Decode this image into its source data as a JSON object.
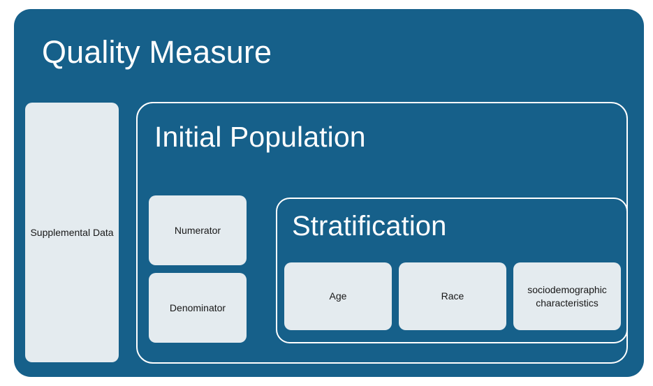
{
  "diagram": {
    "background_color": "#FFFFFF",
    "accent_color": "#16608A",
    "card_color": "#E4EBEF",
    "border_color": "#FFFFFF",
    "text_on_accent_color": "#FFFFFF",
    "text_on_card_color": "#171717",
    "title": "Quality Measure",
    "supplemental": {
      "label": "Supplemental Data"
    },
    "initial_population": {
      "title": "Initial Population",
      "measures": [
        {
          "label": "Numerator"
        },
        {
          "label": "Denominator"
        }
      ],
      "stratification": {
        "title": "Stratification",
        "items": [
          {
            "label": "Age"
          },
          {
            "label": "Race"
          },
          {
            "label": "sociodemographic characteristics"
          }
        ]
      }
    }
  }
}
